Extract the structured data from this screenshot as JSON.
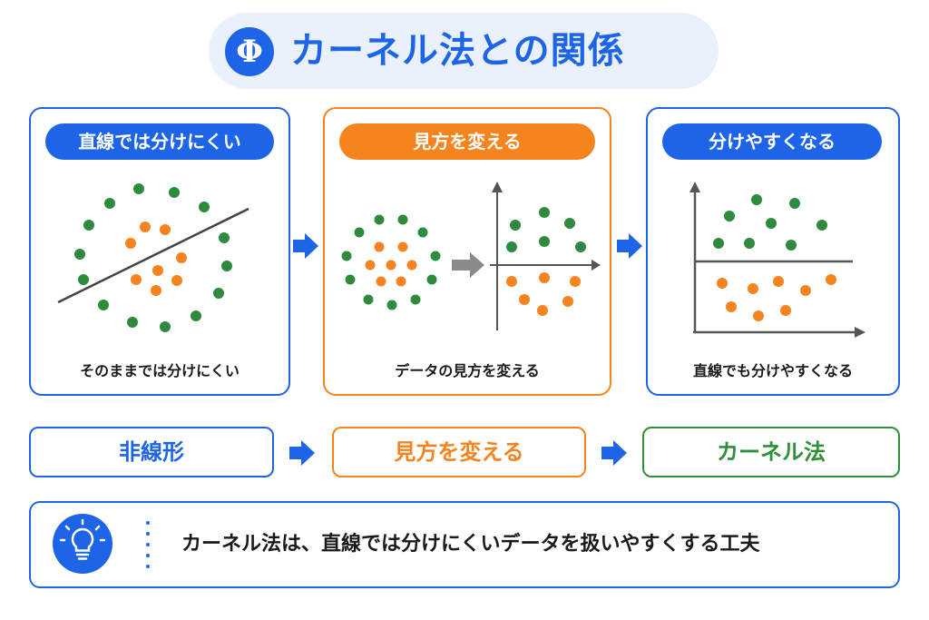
{
  "title": {
    "symbol": "Φ",
    "text": "カーネル法との関係"
  },
  "panels": [
    {
      "label": "直線では分けにくい",
      "caption": "そのままでは分けにくい"
    },
    {
      "label": "見方を変える",
      "caption": "データの見方を変える"
    },
    {
      "label": "分けやすくなる",
      "caption": "直線でも分けやすくなる"
    }
  ],
  "flow": [
    "非線形",
    "見方を変える",
    "カーネル法"
  ],
  "summary": {
    "text": "カーネル法は、直線では分けにくいデータを扱いやすくする工夫",
    "icon": "lightbulb-icon"
  },
  "colors": {
    "blue": "#1e64e6",
    "orange": "#f5841f",
    "green": "#2f8f3a",
    "dot_green": "#2e8b3e",
    "dot_orange": "#f5841f",
    "gray": "#8a8a8a"
  }
}
